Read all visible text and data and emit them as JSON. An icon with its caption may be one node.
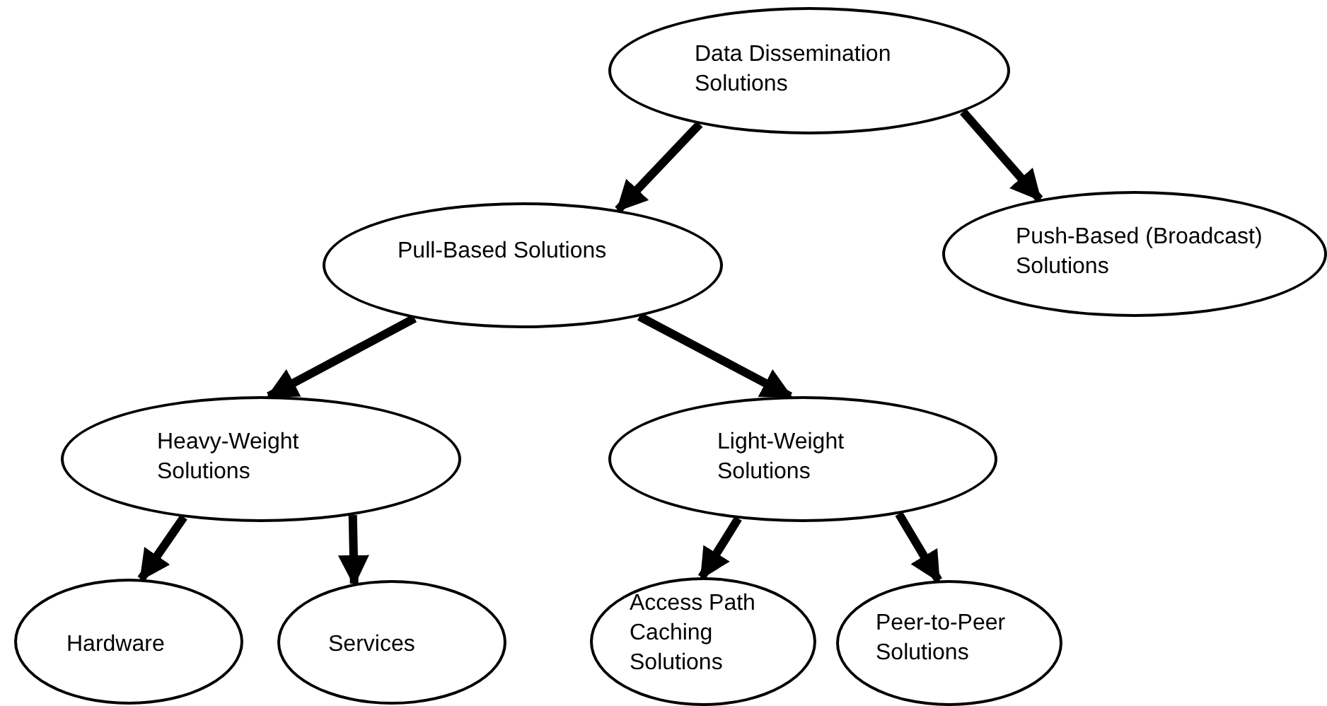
{
  "diagram": {
    "nodes": [
      {
        "text": [
          "Data Dissemination Solutions"
        ]
      },
      {
        "text": [
          "Pull-Based Solutions"
        ]
      },
      {
        "text": [
          "Push-Based (Broadcast) Solutions"
        ]
      },
      {
        "text": [
          "Heavy-Weight Solutions"
        ]
      },
      {
        "text": [
          "Light-Weight Solutions"
        ]
      },
      {
        "text": [
          "Hardware"
        ]
      },
      {
        "text": [
          "Services"
        ]
      },
      {
        "text": [
          "Access Path Caching Solutions"
        ]
      },
      {
        "text": [
          "Peer-to-Peer Solutions"
        ]
      }
    ],
    "edges": [
      {
        "from": 0,
        "to": 1,
        "arrow": "to"
      },
      {
        "from": 0,
        "to": 2,
        "arrow": "to"
      },
      {
        "from": 1,
        "to": 3,
        "arrow": "to"
      },
      {
        "from": 1,
        "to": 4,
        "arrow": "to"
      },
      {
        "from": 3,
        "to": 5,
        "arrow": "to"
      },
      {
        "from": 3,
        "to": 6,
        "arrow": "to"
      },
      {
        "from": 4,
        "to": 7,
        "arrow": "to"
      },
      {
        "from": 4,
        "to": 8,
        "arrow": "to"
      }
    ]
  }
}
